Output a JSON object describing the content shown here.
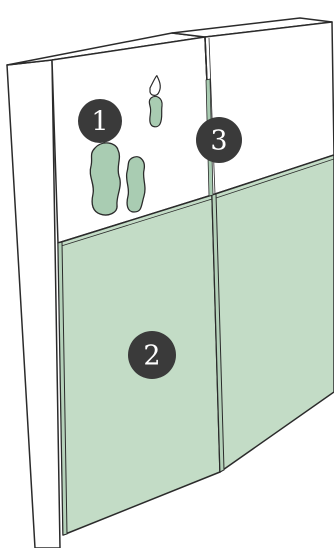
{
  "callouts": [
    {
      "number": "1",
      "marker_color": "#3a3a3a"
    },
    {
      "number": "2",
      "marker_color": "#3a3a3a"
    },
    {
      "number": "3",
      "marker_color": "#3a3a3a"
    }
  ],
  "colors": {
    "outline": "#2b2b2b",
    "drywall": "#ffffff",
    "adhesive_green": "#a9ccb2",
    "board_face": "#c3dcc6",
    "board_edge": "#b4d1b9",
    "callout_fill": "#3a3a3a",
    "callout_text": "#ffffff"
  }
}
